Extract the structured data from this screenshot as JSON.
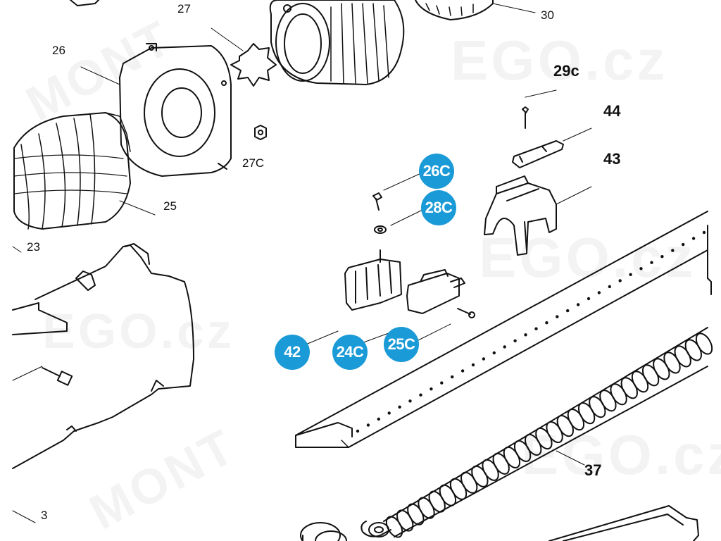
{
  "colors": {
    "badge": "#1a9ad6",
    "line": "#111111"
  },
  "watermark": {
    "top": "MONT",
    "bottom": "EGO.cz"
  },
  "labels": {
    "l27": "27",
    "l30": "30",
    "l26": "26",
    "l29c": "29c",
    "l44": "44",
    "l43": "43",
    "l27C": "27C",
    "l25": "25",
    "l23": "23",
    "l37": "37",
    "l3": "3"
  },
  "badges": {
    "b26C": "26C",
    "b28C": "28C",
    "b42": "42",
    "b24C": "24C",
    "b25C": "25C"
  }
}
